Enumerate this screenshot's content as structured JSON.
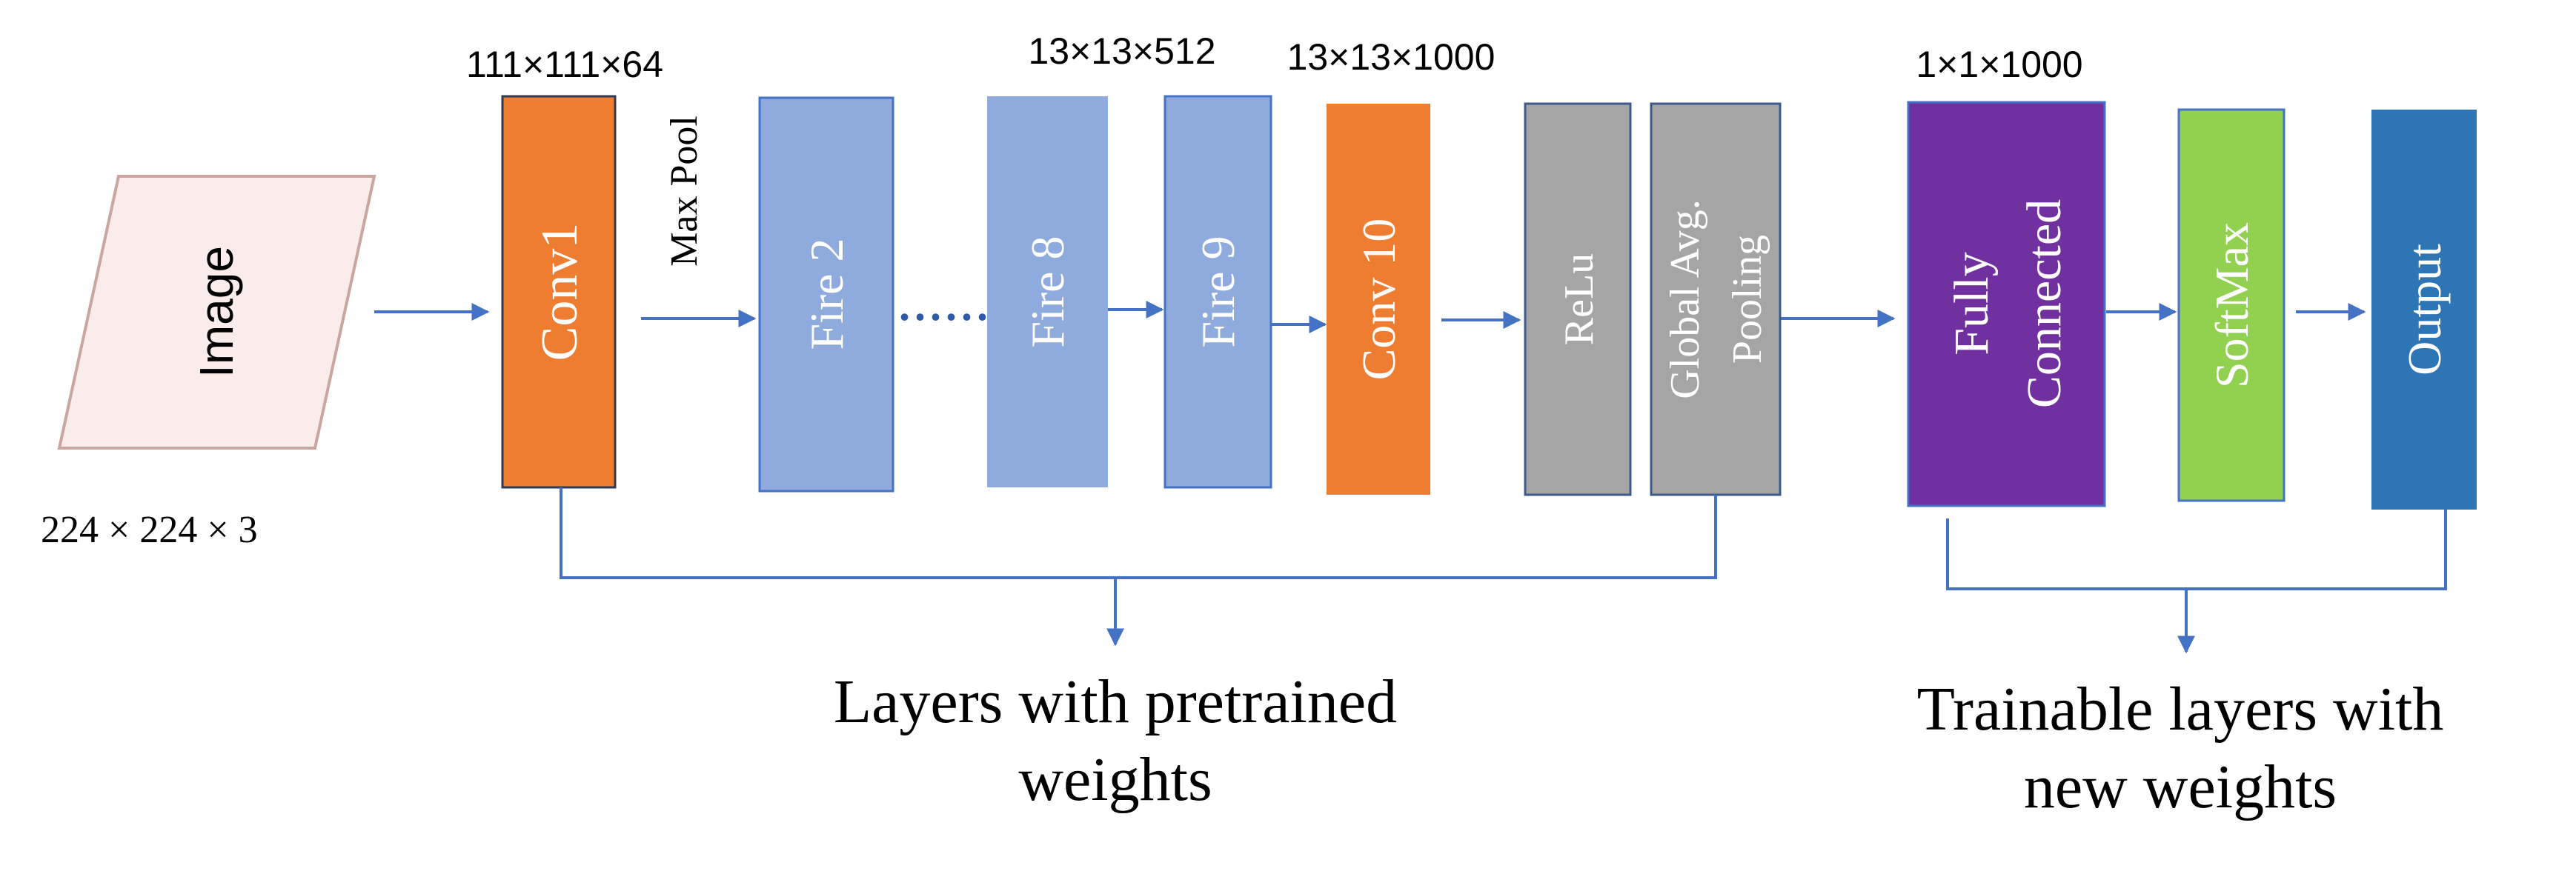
{
  "input": {
    "label": "Image",
    "size_label": "224 × 224 × 3"
  },
  "layers": {
    "conv1": "Conv1",
    "max_pool": "Max Pool",
    "fire2": "Fire 2",
    "ellipsis": "......",
    "fire8": "Fire 8",
    "fire9": "Fire 9",
    "conv10": "Conv 10",
    "relu": "ReLu",
    "gap_line1": "Global Avg.",
    "gap_line2": "Pooling",
    "fc_line1": "Fully",
    "fc_line2": "Connected",
    "softmax": "SoftMax",
    "output": "Output"
  },
  "dims": {
    "conv1": "111×111×64",
    "fire8": "13×13×512",
    "conv10": "13×13×1000",
    "fc": "1×1×1000"
  },
  "groups": {
    "pretrained_line1": "Layers with pretrained",
    "pretrained_line2": "weights",
    "trainable_line1": "Trainable layers with",
    "trainable_line2": "new weights"
  },
  "colors": {
    "input_fill": "#f9ecea",
    "input_stroke": "#c9a6a0",
    "orange": "#ee7d31",
    "blue_light": "#8faadc",
    "gray": "#a5a5a5",
    "purple": "#7030a0",
    "green": "#92d050",
    "blue_dark": "#2e75b6",
    "connector": "#4472c4"
  }
}
